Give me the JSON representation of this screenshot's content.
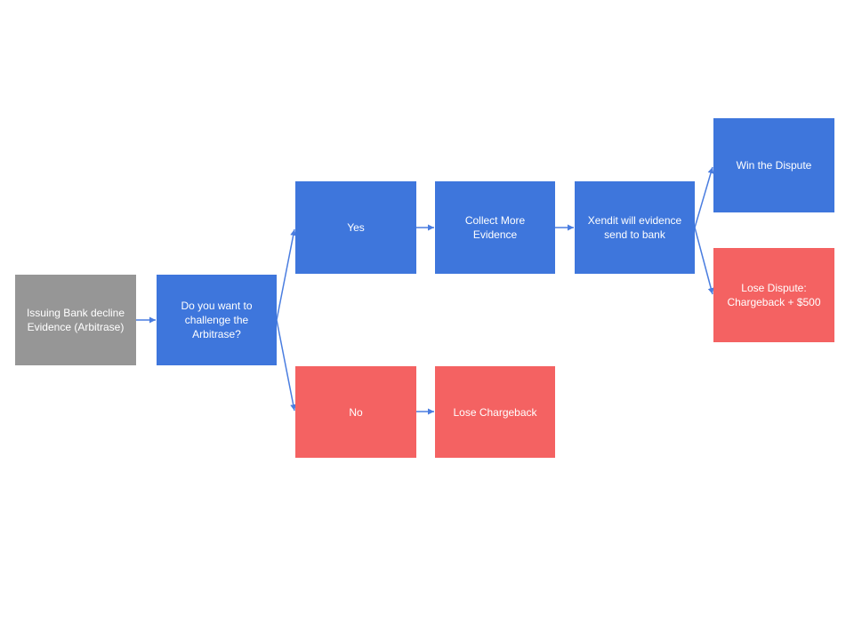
{
  "diagram": {
    "type": "flowchart",
    "background": "#ffffff",
    "colors": {
      "start_node": "#969696",
      "process_node": "#3e76dc",
      "negative_node": "#f46262",
      "connector": "#4a7de0",
      "node_text": "#ffffff"
    },
    "nodes": [
      {
        "id": "start",
        "label": "Issuing Bank decline Evidence (Arbitrase)",
        "color": "#969696"
      },
      {
        "id": "decision",
        "label": "Do you want to challenge the Arbitrase?",
        "color": "#3e76dc"
      },
      {
        "id": "yes",
        "label": "Yes",
        "color": "#3e76dc"
      },
      {
        "id": "collect",
        "label": "Collect More Evidence",
        "color": "#3e76dc"
      },
      {
        "id": "send",
        "label": "Xendit will evidence send to bank",
        "color": "#3e76dc"
      },
      {
        "id": "win",
        "label": "Win the Dispute",
        "color": "#3e76dc"
      },
      {
        "id": "lose_dispute",
        "label": "Lose Dispute: Chargeback + $500",
        "color": "#f46262"
      },
      {
        "id": "no",
        "label": "No",
        "color": "#f46262"
      },
      {
        "id": "lose_chargeback",
        "label": "Lose Chargeback",
        "color": "#f46262"
      }
    ],
    "edges": [
      {
        "from": "start",
        "to": "decision"
      },
      {
        "from": "decision",
        "to": "yes"
      },
      {
        "from": "decision",
        "to": "no"
      },
      {
        "from": "yes",
        "to": "collect"
      },
      {
        "from": "collect",
        "to": "send"
      },
      {
        "from": "send",
        "to": "win"
      },
      {
        "from": "send",
        "to": "lose_dispute"
      },
      {
        "from": "no",
        "to": "lose_chargeback"
      }
    ]
  }
}
